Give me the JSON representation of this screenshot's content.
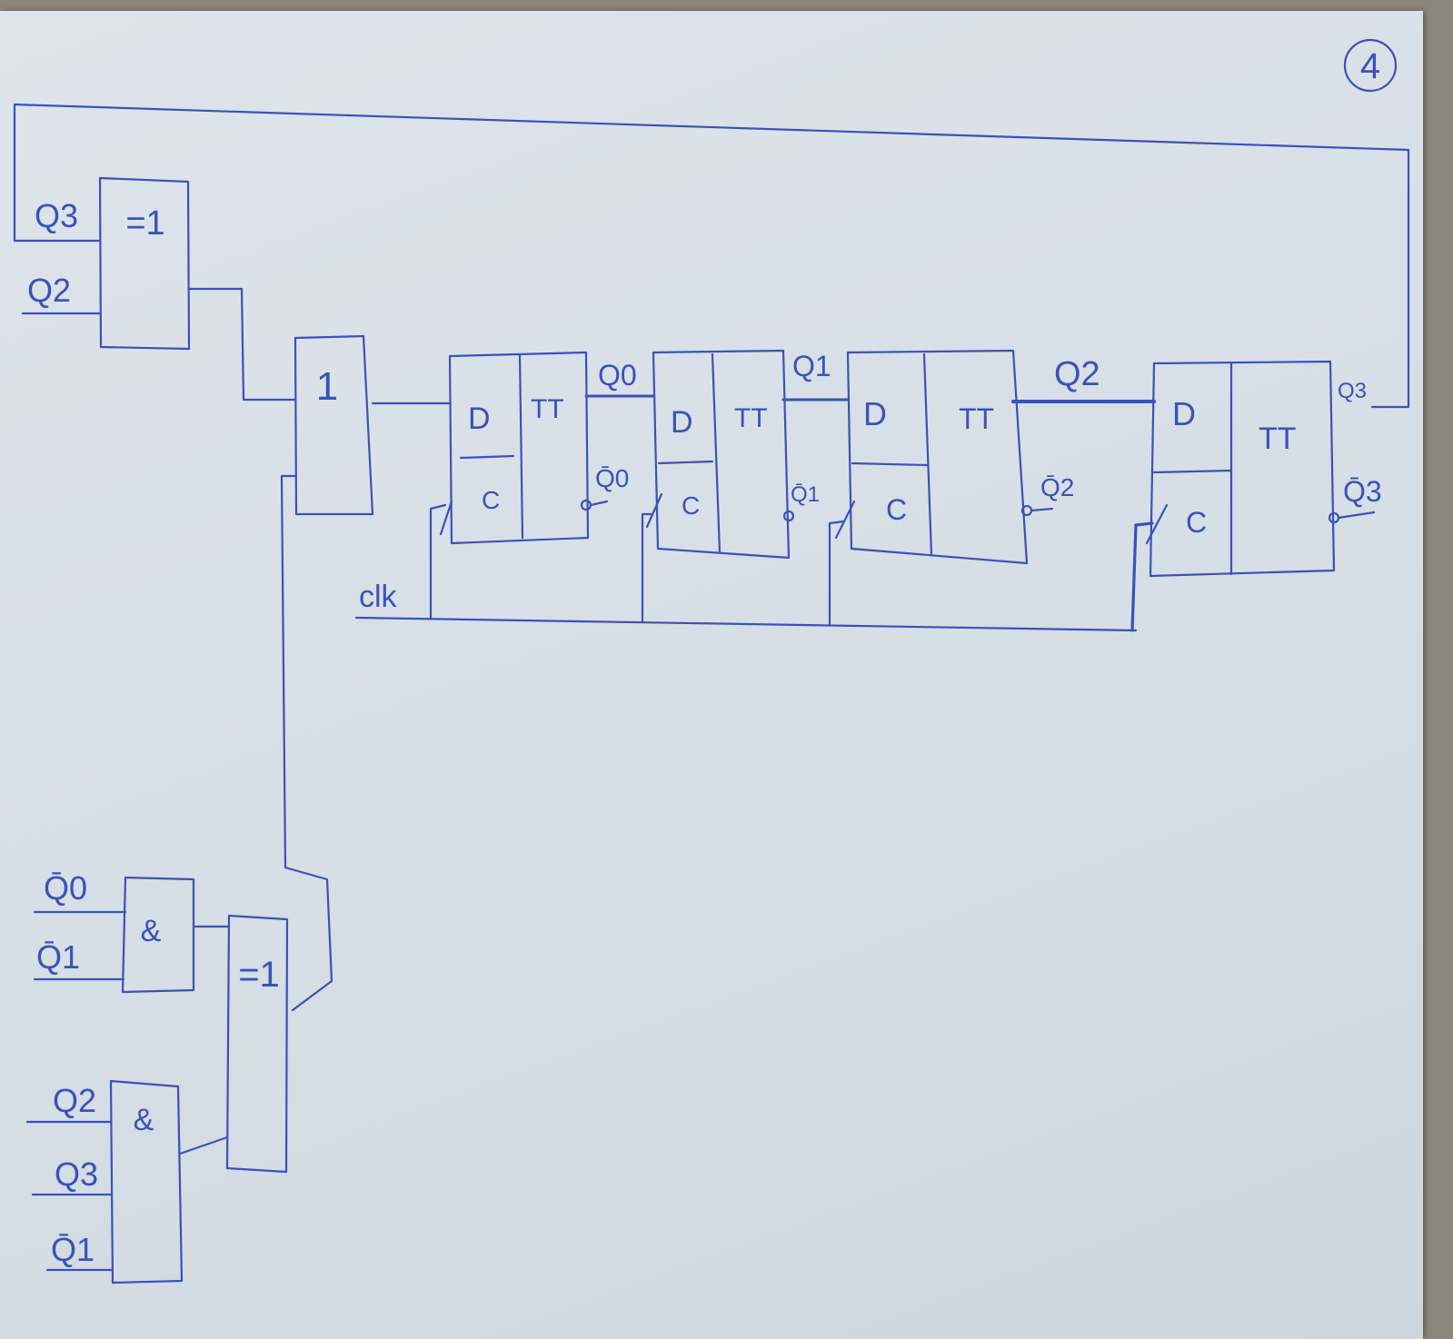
{
  "colors": {
    "ink": "#3b52b8",
    "paper": "#d8e0e7",
    "background": "#8d877b"
  },
  "page_number": "4",
  "gates": {
    "xor_top": "=1",
    "or_main": "1",
    "and_upper": "&",
    "xor_bottom": "=1",
    "and_lower": "&"
  },
  "inputs": {
    "xor_top_a": "Q3",
    "xor_top_b": "Q2",
    "and_upper_a": "Q̄0",
    "and_upper_b": "Q̄1",
    "and_lower_a": "Q2",
    "and_lower_b": "Q3",
    "and_lower_c": "Q̄1"
  },
  "clock_label": "clk",
  "flip_flops": [
    {
      "d": "D",
      "c": "C",
      "tt": "TT",
      "q": "Q0",
      "qbar": "Q̄0"
    },
    {
      "d": "D",
      "c": "C",
      "tt": "TT",
      "q": "Q1",
      "qbar": "Q̄1"
    },
    {
      "d": "D",
      "c": "C",
      "tt": "TT",
      "q": "Q2",
      "qbar": "Q̄2"
    },
    {
      "d": "D",
      "c": "C",
      "tt": "TT",
      "q": "Q3",
      "qbar": "Q̄3"
    }
  ]
}
